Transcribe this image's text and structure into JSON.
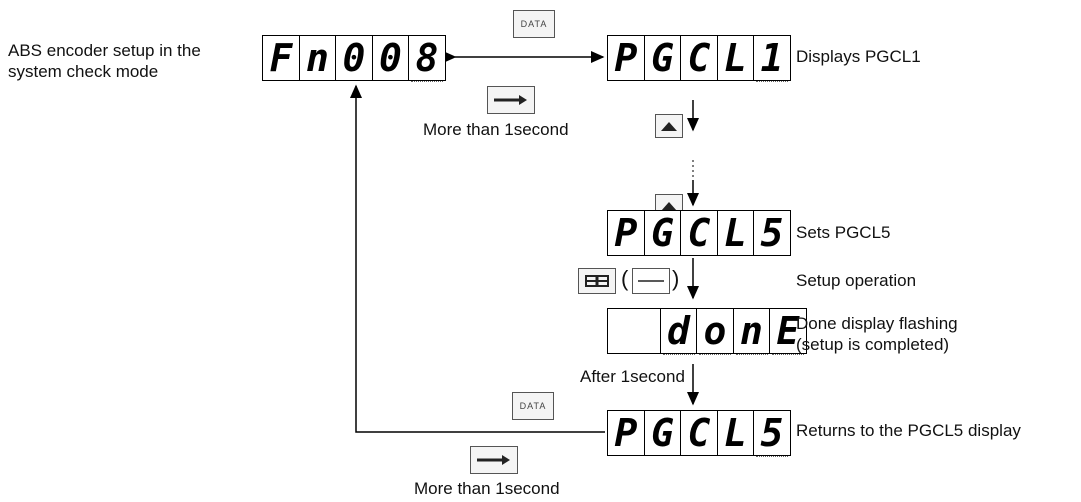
{
  "labels": {
    "left_title_1": "ABS encoder setup in the",
    "left_title_2": "system check mode",
    "more_than_1s_top": "More than 1second",
    "displays_pgcl1": "Displays PGCL1",
    "sets_pgcl5": "Sets PGCL5",
    "setup_operation": "Setup operation",
    "done_1": "Done display flashing",
    "done_2": "(setup is completed)",
    "after_1s": "After 1second",
    "returns": "Returns to the PGCL5 display",
    "more_than_1s_bottom": "More than 1second"
  },
  "displays": {
    "fn008": [
      "F",
      "n",
      "0",
      "0",
      "8"
    ],
    "pgcl1": [
      "P",
      "G",
      "C",
      "L",
      "1"
    ],
    "pgcl5": [
      "P",
      "G",
      "C",
      "L",
      "5"
    ],
    "done": [
      "",
      "d",
      "o",
      "n",
      "E"
    ],
    "pgcl5_return": [
      "P",
      "G",
      "C",
      "L",
      "5"
    ]
  },
  "keys": {
    "data_top": "DATA",
    "data_bottom": "DATA"
  }
}
